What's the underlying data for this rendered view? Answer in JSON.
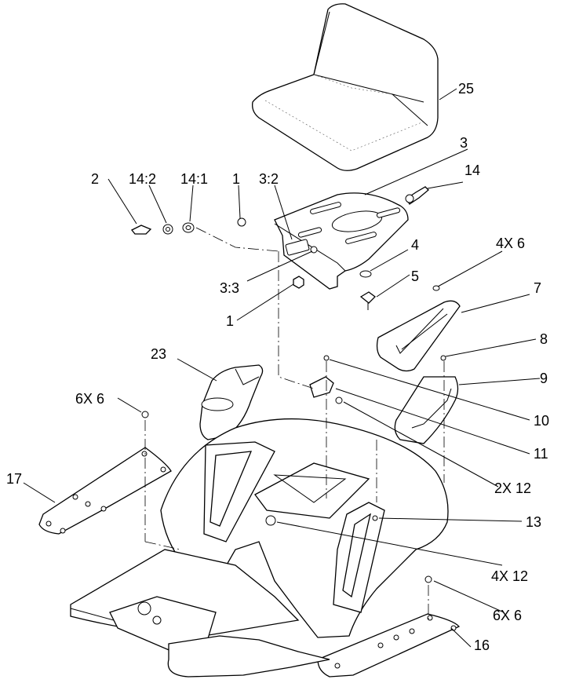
{
  "callouts": [
    {
      "id": "c25",
      "text": "25"
    },
    {
      "id": "c3",
      "text": "3"
    },
    {
      "id": "c14",
      "text": "14"
    },
    {
      "id": "c2",
      "text": "2"
    },
    {
      "id": "c14_2",
      "text": "14:2"
    },
    {
      "id": "c14_1",
      "text": "14:1"
    },
    {
      "id": "c1a",
      "text": "1"
    },
    {
      "id": "c3_2",
      "text": "3:2"
    },
    {
      "id": "c4x6",
      "text": "4X 6"
    },
    {
      "id": "c4",
      "text": "4"
    },
    {
      "id": "c5",
      "text": "5"
    },
    {
      "id": "c3_3",
      "text": "3:3"
    },
    {
      "id": "c1b",
      "text": "1"
    },
    {
      "id": "c7",
      "text": "7"
    },
    {
      "id": "c8",
      "text": "8"
    },
    {
      "id": "c9",
      "text": "9"
    },
    {
      "id": "c23",
      "text": "23"
    },
    {
      "id": "c10",
      "text": "10"
    },
    {
      "id": "c6x6a",
      "text": "6X 6"
    },
    {
      "id": "c11",
      "text": "11"
    },
    {
      "id": "c2x12",
      "text": "2X 12"
    },
    {
      "id": "c17",
      "text": "17"
    },
    {
      "id": "c13",
      "text": "13"
    },
    {
      "id": "c4x12",
      "text": "4X 12"
    },
    {
      "id": "c6x6b",
      "text": "6X 6"
    },
    {
      "id": "c16",
      "text": "16"
    }
  ]
}
